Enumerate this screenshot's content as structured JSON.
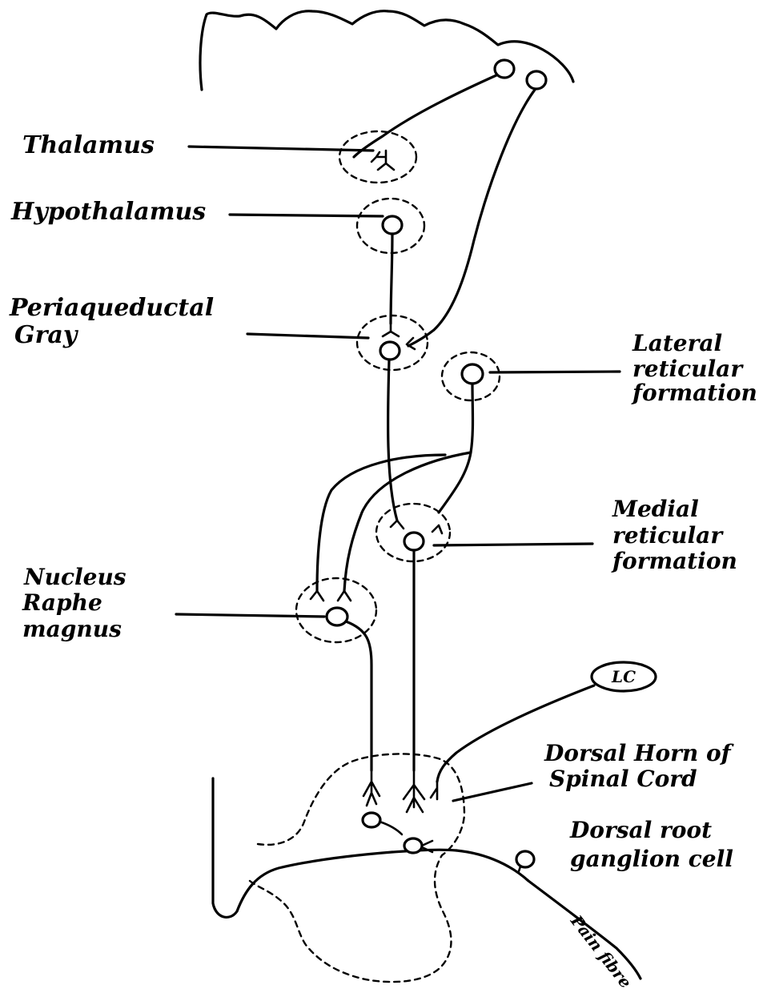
{
  "labels": {
    "thalamus": "Thalamus",
    "hypothalamus": "Hypothalamus",
    "pag_line1": "Periaqueductal",
    "pag_line2": "Gray",
    "lateral_rf_line1": "Lateral",
    "lateral_rf_line2": "reticular",
    "lateral_rf_line3": "formation",
    "medial_rf_line1": "Medial",
    "medial_rf_line2": "reticular",
    "medial_rf_line3": "formation",
    "nrm_line1": "Nucleus",
    "nrm_line2": "Raphe",
    "nrm_line3": "magnus",
    "lc": "LC",
    "dorsal_horn_line1": "Dorsal Horn of",
    "dorsal_horn_line2": "Spinal Cord",
    "drg_line1": "Dorsal root",
    "drg_line2": "ganglion cell",
    "pain_fibre": "Pain fibre"
  }
}
